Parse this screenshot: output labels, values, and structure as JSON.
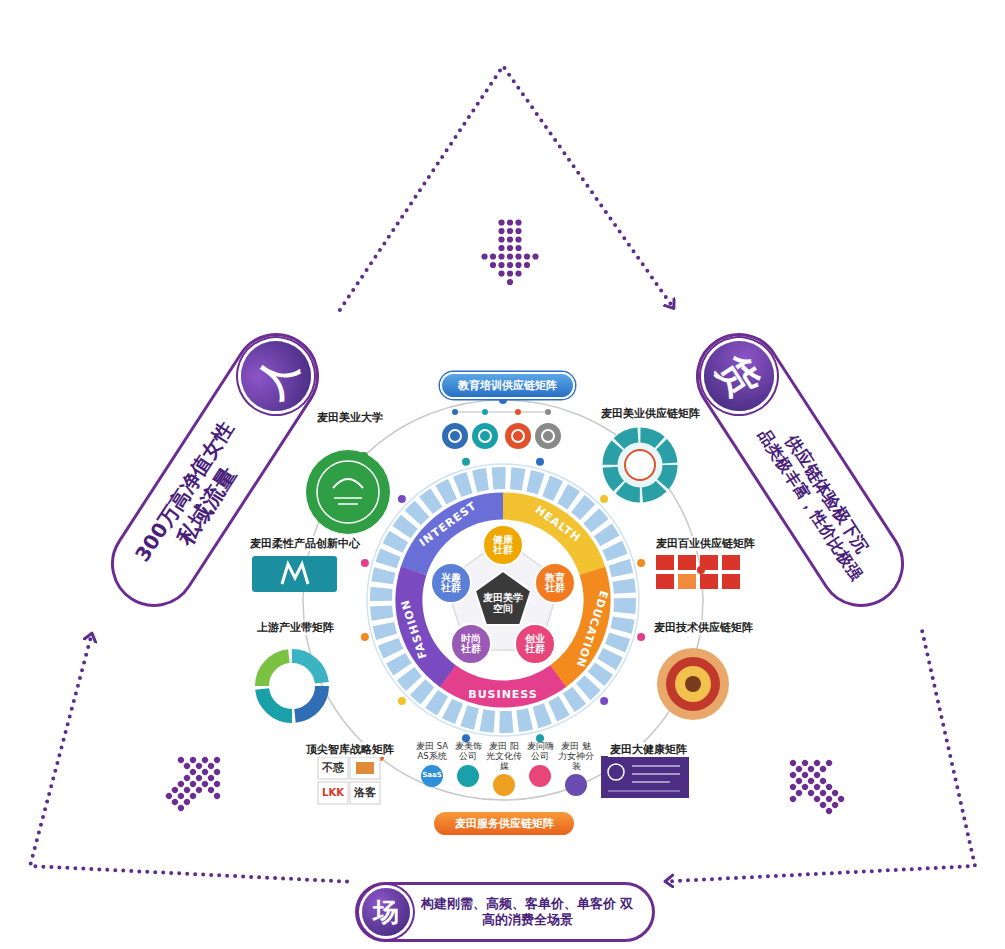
{
  "diagram": {
    "nodes": [
      {
        "text": [
          "教育培训供应链矩阵"
        ]
      },
      {
        "text": [
          "人",
          "300万高净值女性",
          "私域流量"
        ]
      },
      {
        "text": [
          "麦田美业大学"
        ]
      },
      {
        "text": [
          "麦田美业供应链矩阵"
        ]
      },
      {
        "text": [
          "货",
          "供应链体验极下沉",
          "品类极丰富，性价比极强"
        ]
      },
      {
        "text": [
          "INTEREST",
          "HEALTH",
          "EDUCATION",
          "BUSINESS",
          "FASHION"
        ]
      },
      {
        "text": [
          "麦田美学空间"
        ],
        "in": 5
      },
      {
        "text": [
          "健康社群"
        ],
        "in": 5
      },
      {
        "text": [
          "教育社群"
        ],
        "in": 5
      },
      {
        "text": [
          "创业社群"
        ],
        "in": 5
      },
      {
        "text": [
          "时尚社群"
        ],
        "in": 5
      },
      {
        "text": [
          "兴趣社群"
        ],
        "in": 5
      },
      {
        "text": [
          "麦田柔性产品创新中心"
        ]
      },
      {
        "text": [
          "麦田百业供应链矩阵"
        ]
      },
      {
        "text": [
          "上游产业带矩阵"
        ]
      },
      {
        "text": [
          "麦田技术供应链矩阵"
        ]
      },
      {
        "text": [
          "顶尖智库战略矩阵"
        ]
      },
      {
        "text": [
          "麦田大健康矩阵"
        ]
      },
      {
        "text": [
          "麦田服务供应链矩阵"
        ]
      },
      {
        "text": [
          "麦田 SAAS系统"
        ],
        "in": 18
      },
      {
        "text": [
          "麦美饰 公司"
        ],
        "in": 18
      },
      {
        "text": [
          "麦田 阳光文化传媒"
        ],
        "in": 18
      },
      {
        "text": [
          "麦问嗨 公司"
        ],
        "in": 18
      },
      {
        "text": [
          "麦田 魅力女神分装"
        ],
        "in": 18
      },
      {
        "text": [
          "场",
          "构建刚需、高频、客单价、单客价 双高的消费全场景"
        ]
      }
    ],
    "edges": [
      {
        "from": 1,
        "to": 4,
        "arrow": "to"
      },
      {
        "from": 4,
        "to": 24,
        "arrow": "to"
      },
      {
        "from": 24,
        "to": 1,
        "arrow": "to"
      }
    ],
    "labels": [
      "SaaS",
      "不惑",
      "LKK",
      "洛客"
    ]
  }
}
